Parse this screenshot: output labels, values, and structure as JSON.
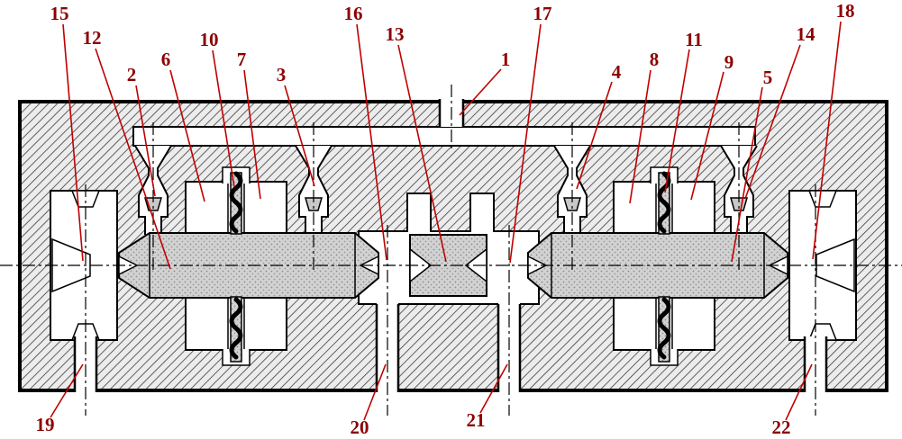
{
  "labels": [
    {
      "text": "1"
    },
    {
      "text": "2"
    },
    {
      "text": "3"
    },
    {
      "text": "4"
    },
    {
      "text": "5"
    },
    {
      "text": "6"
    },
    {
      "text": "7"
    },
    {
      "text": "8"
    },
    {
      "text": "9"
    },
    {
      "text": "10"
    },
    {
      "text": "11"
    },
    {
      "text": "12"
    },
    {
      "text": "13"
    },
    {
      "text": "14"
    },
    {
      "text": "15"
    },
    {
      "text": "16"
    },
    {
      "text": "17"
    },
    {
      "text": "18"
    },
    {
      "text": "19"
    },
    {
      "text": "20"
    },
    {
      "text": "21"
    },
    {
      "text": "22"
    }
  ],
  "colors": {
    "label_text": "#8B0000",
    "leader_line": "#C00000",
    "hatch_line": "#3c3c3c",
    "body_background": "#ececec",
    "spool_fill": "#d2d2d2",
    "poppet_fill": "#c8c8c8"
  }
}
